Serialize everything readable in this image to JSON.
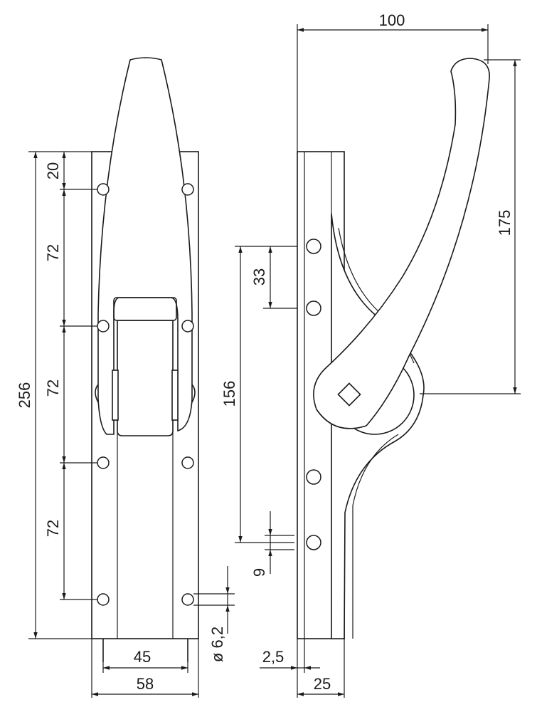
{
  "dimensions": {
    "overall_height": "256",
    "top_offset": "20",
    "hole_pitch_1": "72",
    "hole_pitch_2": "72",
    "hole_pitch_3": "72",
    "inner_width": "45",
    "outer_width": "58",
    "hole_diameter": "ø 6,2",
    "handle_reach": "100",
    "handle_height": "175",
    "side_hole_spacing": "33",
    "side_hole_span": "156",
    "latch_gap": "9",
    "plate_thickness": "2,5",
    "side_depth": "25"
  }
}
